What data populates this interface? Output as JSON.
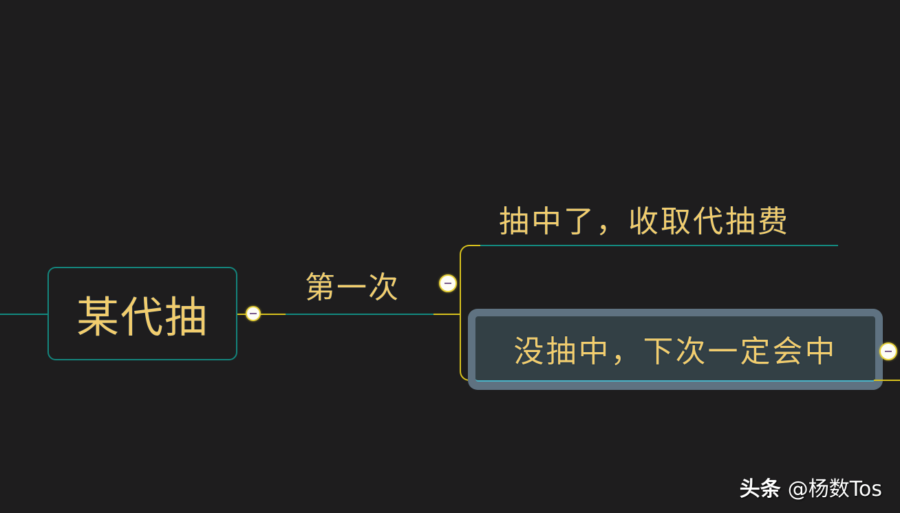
{
  "mindmap": {
    "root": {
      "label": "某代抽"
    },
    "branch": {
      "label": "第一次"
    },
    "children": [
      {
        "label": "抽中了，收取代抽费",
        "selected": false
      },
      {
        "label": "没抽中，下次一定会中",
        "selected": true
      }
    ],
    "collapse_icon": "minus-circle-icon"
  },
  "watermark": {
    "brand": "头条",
    "handle": "@杨数Tos"
  },
  "colors": {
    "background": "#1e1d1e",
    "text": "#f1cd6e",
    "connector_teal": "#138a80",
    "connector_yellow": "#d8c21e",
    "selected_node_bg": "#334045",
    "selected_node_border": "#5f7281"
  }
}
